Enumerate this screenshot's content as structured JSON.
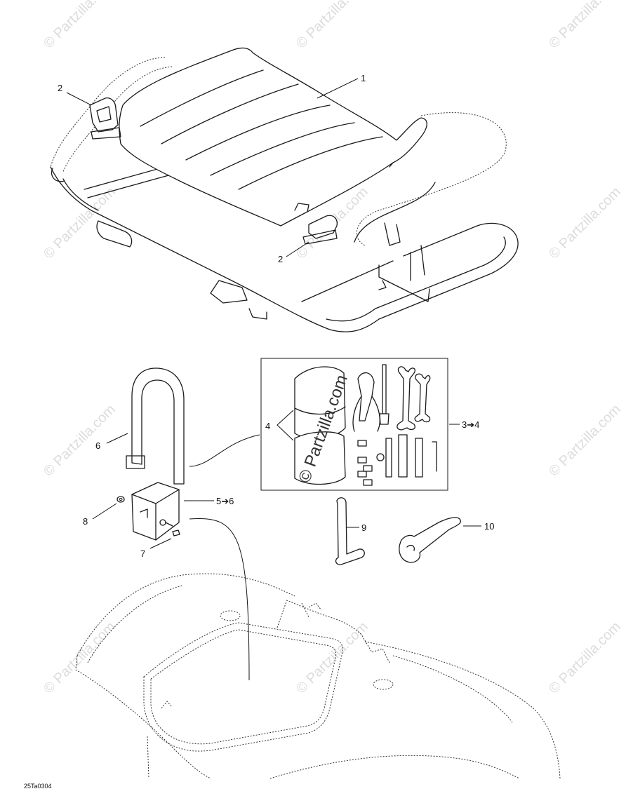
{
  "watermark": {
    "text": "© Partzilla.com",
    "box_text": "© Partzilla.com"
  },
  "callouts": {
    "c1": "1",
    "c2a": "2",
    "c2b": "2",
    "c3": "3➔4",
    "c4": "4",
    "c56": "5➔6",
    "c6": "6",
    "c7": "7",
    "c8": "8",
    "c9": "9",
    "c10": "10"
  },
  "drawing_code": "25Ta0304",
  "colors": {
    "line": "#1a1a1a",
    "watermark": "#dcdcdc"
  }
}
